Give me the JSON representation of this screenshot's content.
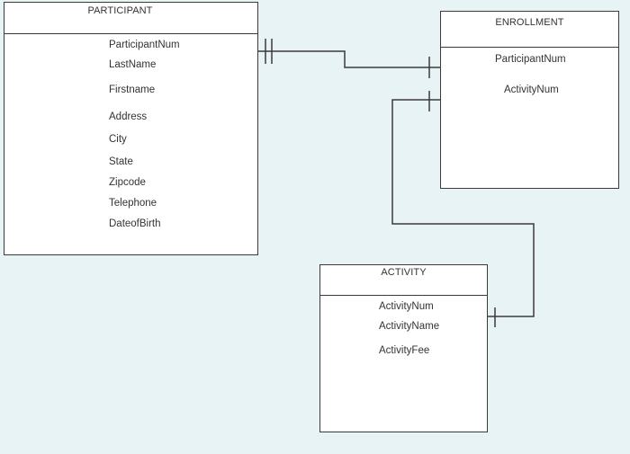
{
  "diagram": {
    "entities": {
      "participant": {
        "title": "PARTICIPANT",
        "attributes": [
          "ParticipantNum",
          "LastName",
          "Firstname",
          "Address",
          "City",
          "State",
          "Zipcode",
          "Telephone",
          "DateofBirth"
        ]
      },
      "enrollment": {
        "title": "ENROLLMENT",
        "attributes": [
          "ParticipantNum",
          "ActivityNum"
        ]
      },
      "activity": {
        "title": "ACTIVITY",
        "attributes": [
          "ActivityNum",
          "ActivityName",
          "ActivityFee"
        ]
      }
    },
    "relationships": [
      {
        "from": "participant",
        "to": "enrollment",
        "from_cardinality": "one-and-only-one",
        "to_cardinality": "one"
      },
      {
        "from": "activity",
        "to": "enrollment",
        "from_cardinality": "one",
        "to_cardinality": "one"
      }
    ]
  },
  "colors": {
    "background": "#e8f3f6",
    "box_fill": "#ffffff",
    "line": "#3a3a3a",
    "text": "#333333"
  }
}
